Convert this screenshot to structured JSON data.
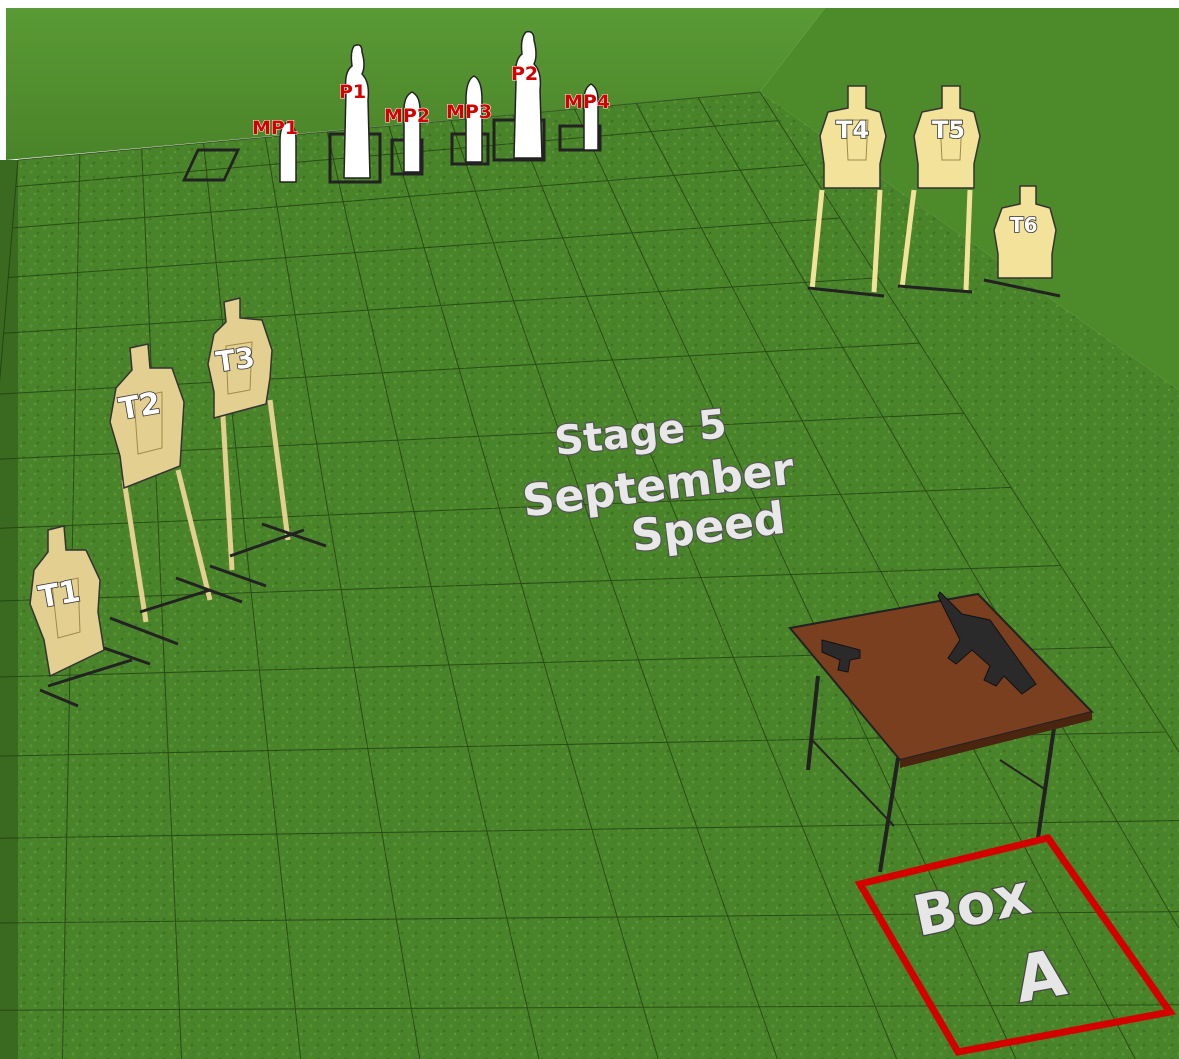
{
  "stage": {
    "line1": "Stage 5",
    "line2": "September",
    "line3": "Speed"
  },
  "start_box": {
    "word": "Box",
    "letter": "A"
  },
  "paper_targets": [
    "T1",
    "T2",
    "T3",
    "T4",
    "T5",
    "T6"
  ],
  "poppers": [
    "MP1",
    "P1",
    "MP2",
    "MP3",
    "P2",
    "MP4"
  ],
  "colors": {
    "grass": "#4f8a2c",
    "grass_dark": "#3c6e20",
    "sky": "#ffffff",
    "target_tan": "#e3cf8f",
    "target_yellow": "#f3e29a",
    "popper_white": "#ffffff",
    "popper_label": "#d40000",
    "table_top": "#7a3f1f",
    "box_outline": "#d40000"
  }
}
